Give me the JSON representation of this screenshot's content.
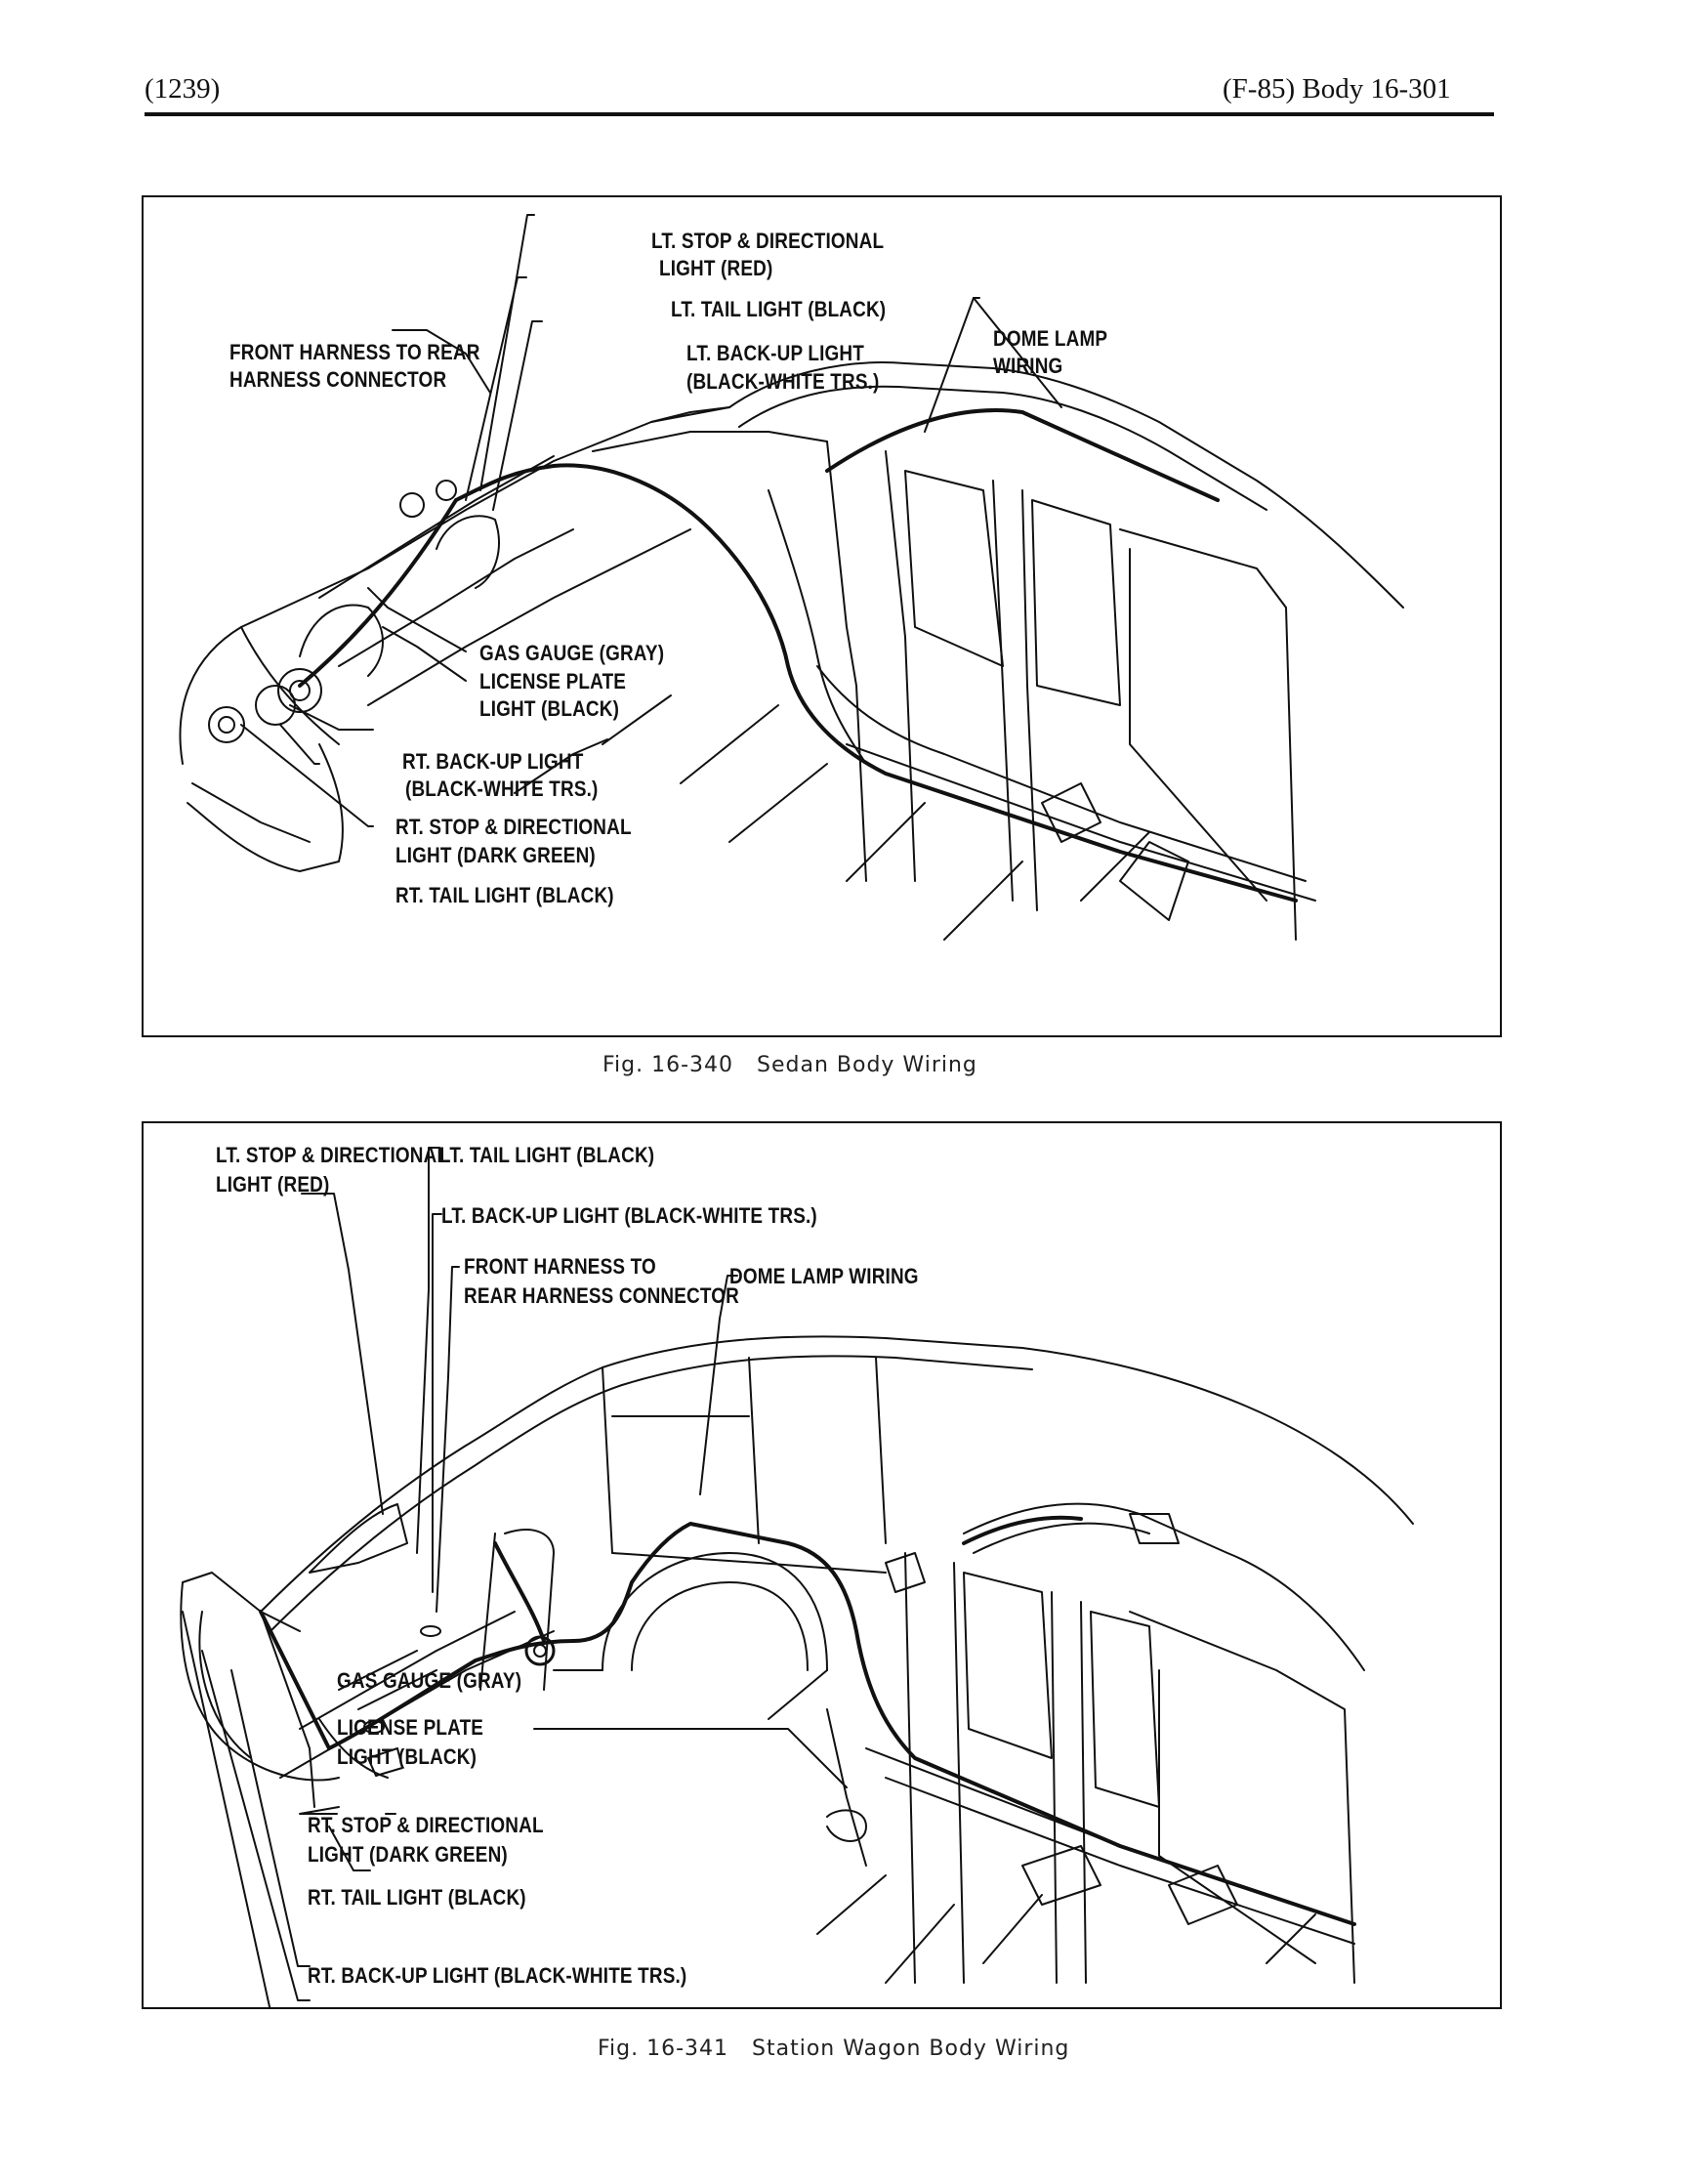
{
  "page": {
    "page_number": "(1239)",
    "section": "(F-85) Body  16-301"
  },
  "figure1": {
    "caption": "Fig. 16-340   Sedan Body Wiring",
    "labels": {
      "lt_stop_1": "LT. STOP & DIRECTIONAL",
      "lt_stop_2": "LIGHT (RED)",
      "lt_tail": "LT. TAIL LIGHT (BLACK)",
      "lt_backup_1": "LT. BACK-UP LIGHT",
      "lt_backup_2": "(BLACK-WHITE TRS.)",
      "front_harness_1": "FRONT HARNESS TO REAR",
      "front_harness_2": "HARNESS CONNECTOR",
      "dome_1": "DOME LAMP",
      "dome_2": "WIRING",
      "gas_gauge": "GAS GAUGE (GRAY)",
      "license_1": "LICENSE PLATE",
      "license_2": "LIGHT (BLACK)",
      "rt_backup_1": "RT. BACK-UP LIGHT",
      "rt_backup_2": "(BLACK-WHITE TRS.)",
      "rt_stop_1": "RT. STOP & DIRECTIONAL",
      "rt_stop_2": "LIGHT (DARK GREEN)",
      "rt_tail": "RT. TAIL LIGHT (BLACK)"
    }
  },
  "figure2": {
    "caption": "Fig. 16-341   Station Wagon Body Wiring",
    "labels": {
      "lt_stop_1": "LT. STOP & DIRECTIONAL",
      "lt_stop_2": "LIGHT (RED)",
      "lt_tail": "LT. TAIL LIGHT (BLACK)",
      "lt_backup": "LT. BACK-UP LIGHT (BLACK-WHITE TRS.)",
      "front_harness_1": "FRONT HARNESS TO",
      "front_harness_2": "REAR HARNESS CONNECTOR",
      "dome": "DOME LAMP WIRING",
      "gas_gauge": "GAS GAUGE (GRAY)",
      "license_1": "LICENSE PLATE",
      "license_2": "LIGHT (BLACK)",
      "rt_stop_1": "RT. STOP & DIRECTIONAL",
      "rt_stop_2": "LIGHT (DARK GREEN)",
      "rt_tail": "RT. TAIL LIGHT (BLACK)",
      "rt_backup": "RT. BACK-UP LIGHT (BLACK-WHITE TRS.)"
    }
  }
}
